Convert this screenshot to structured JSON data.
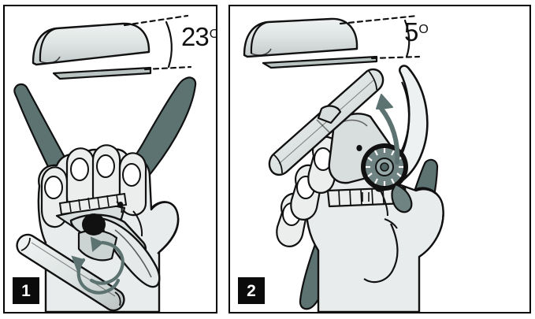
{
  "figure": {
    "kind": "technical-instruction-diagram",
    "subject": "Sharpening a bypass pruner blade with a sharpening rod",
    "panel_count": 2
  },
  "panels": [
    {
      "id": "panel-1",
      "step_number": "1",
      "angle": {
        "value": "23",
        "degree_symbol": "O",
        "full_text": "23O",
        "meaning": "bevel angle between sharpening rod and blade"
      },
      "diagram_top": {
        "rod_label": "sharpening-rod",
        "blade_label": "blade-edge",
        "dashed_guides": 2
      },
      "illustration": {
        "hand": "hand-gripping-pruner",
        "tool": "bypass-pruner-open",
        "handles": 2,
        "motion": "circular-sharpening-arrows",
        "pivot": "pivot-bolt-dark"
      }
    },
    {
      "id": "panel-2",
      "step_number": "2",
      "angle": {
        "value": "5",
        "degree_symbol": "O",
        "full_text": "5O",
        "meaning": "back-bevel / relief angle between sharpening rod and blade"
      },
      "diagram_top": {
        "rod_label": "sharpening-rod",
        "blade_label": "blade-edge",
        "dashed_guides": 2
      },
      "illustration": {
        "hand": "hand-gripping-pruner",
        "tool": "bypass-pruner-closed",
        "handles": 2,
        "motion": "upward-curved-arrow",
        "pivot": "knurled-adjustment-nut"
      }
    }
  ],
  "colors": {
    "outline": "#111111",
    "panel_border": "#000000",
    "background": "#ffffff",
    "hand_fill": "#e9ecec",
    "hand_shadow": "#d6dbdb",
    "metal_light": "#d8dedd",
    "metal_mid": "#c2cac9",
    "metal_dark": "#97a3a2",
    "handle_green": "#5c7372",
    "handle_green_dark": "#4a605f",
    "badge_bg": "#0b0b0b",
    "badge_text": "#ffffff",
    "blade_fill": "#b9c3c1",
    "pivot_black": "#111111"
  }
}
